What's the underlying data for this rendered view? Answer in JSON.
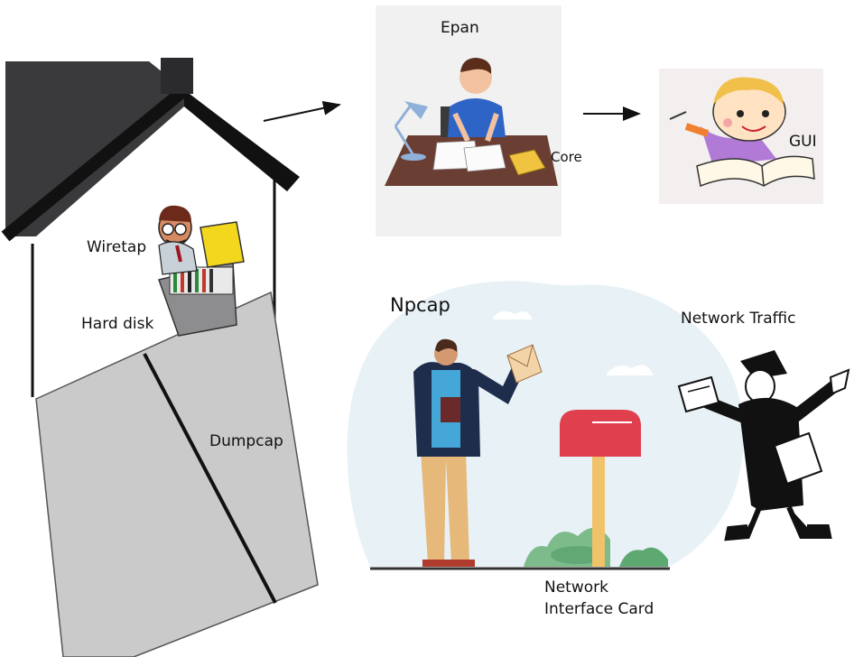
{
  "labels": {
    "epan": "Epan",
    "core": "Core",
    "gui": "GUI",
    "wiretap": "Wiretap",
    "hard_disk": "Hard disk",
    "dumpcap": "Dumpcap",
    "npcap": "Npcap",
    "network_traffic": "Network Traffic",
    "nic_line1": "Network",
    "nic_line2": "Interface Card"
  },
  "illustrations": [
    "house-icon",
    "clerk-filing-cabinet-icon",
    "student-at-desk-icon",
    "child-reading-book-icon",
    "person-mailing-letter-icon",
    "mailbox-icon",
    "mailman-icon"
  ],
  "colors": {
    "roof": "#3a3a3c",
    "wall": "#c9c9c9",
    "npcap_cloud": "#e8f1f6",
    "mailbox": "#e0404e",
    "epan_panel": "#f1f1f2",
    "gui_panel": "#f3efee"
  }
}
